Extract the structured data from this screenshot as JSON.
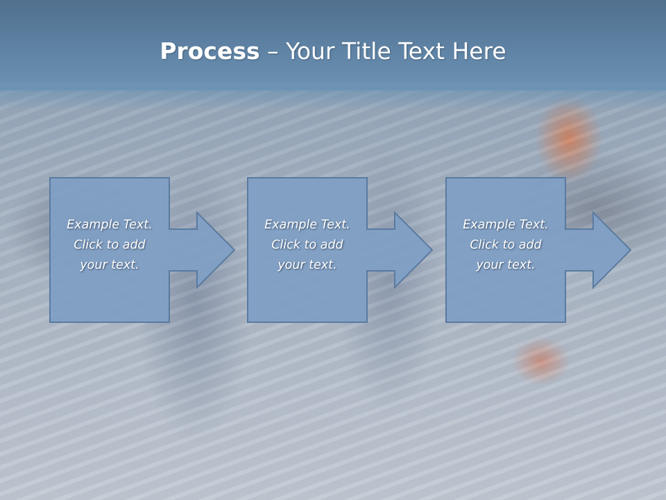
{
  "slide": {
    "title_bold": "Process",
    "title_rest": " – Your Title Text Here",
    "steps": [
      {
        "lines": [
          "Example Text.",
          "Click  to add",
          "your text."
        ]
      },
      {
        "lines": [
          "Example Text.",
          "Click  to add",
          "your text."
        ]
      },
      {
        "lines": [
          "Example Text.",
          "Click  to add",
          "your text."
        ]
      }
    ]
  },
  "colors": {
    "header": "#5f83a5",
    "shape_fill": "#7f9fc4",
    "shape_stroke": "#5a7aa0",
    "text": "#ffffff"
  }
}
